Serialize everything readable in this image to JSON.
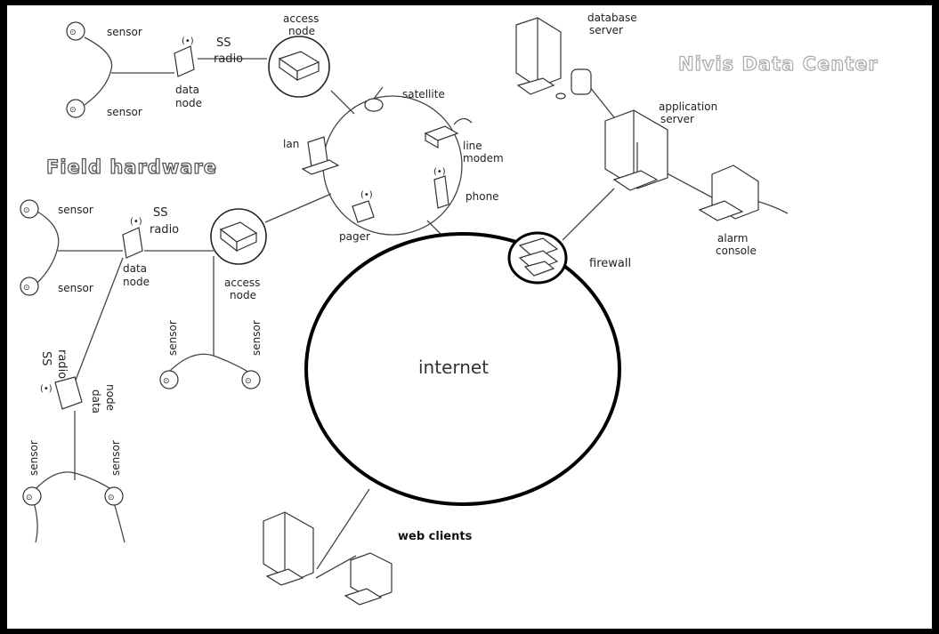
{
  "titles": {
    "field_hardware": "Field hardware",
    "data_center": "Nivis Data Center"
  },
  "internet": "internet",
  "labels": {
    "sensor": "sensor",
    "ss": "SS",
    "radio": "radio",
    "data": "data",
    "node": "node",
    "access": "access",
    "satellite": "satellite",
    "lan": "lan",
    "line": "line",
    "modem": "modem",
    "phone": "phone",
    "pager": "pager",
    "firewall": "firewall",
    "database": "database",
    "server": "server",
    "application": "application",
    "alarm": "alarm",
    "console": "console",
    "web_clients": "web clients"
  }
}
